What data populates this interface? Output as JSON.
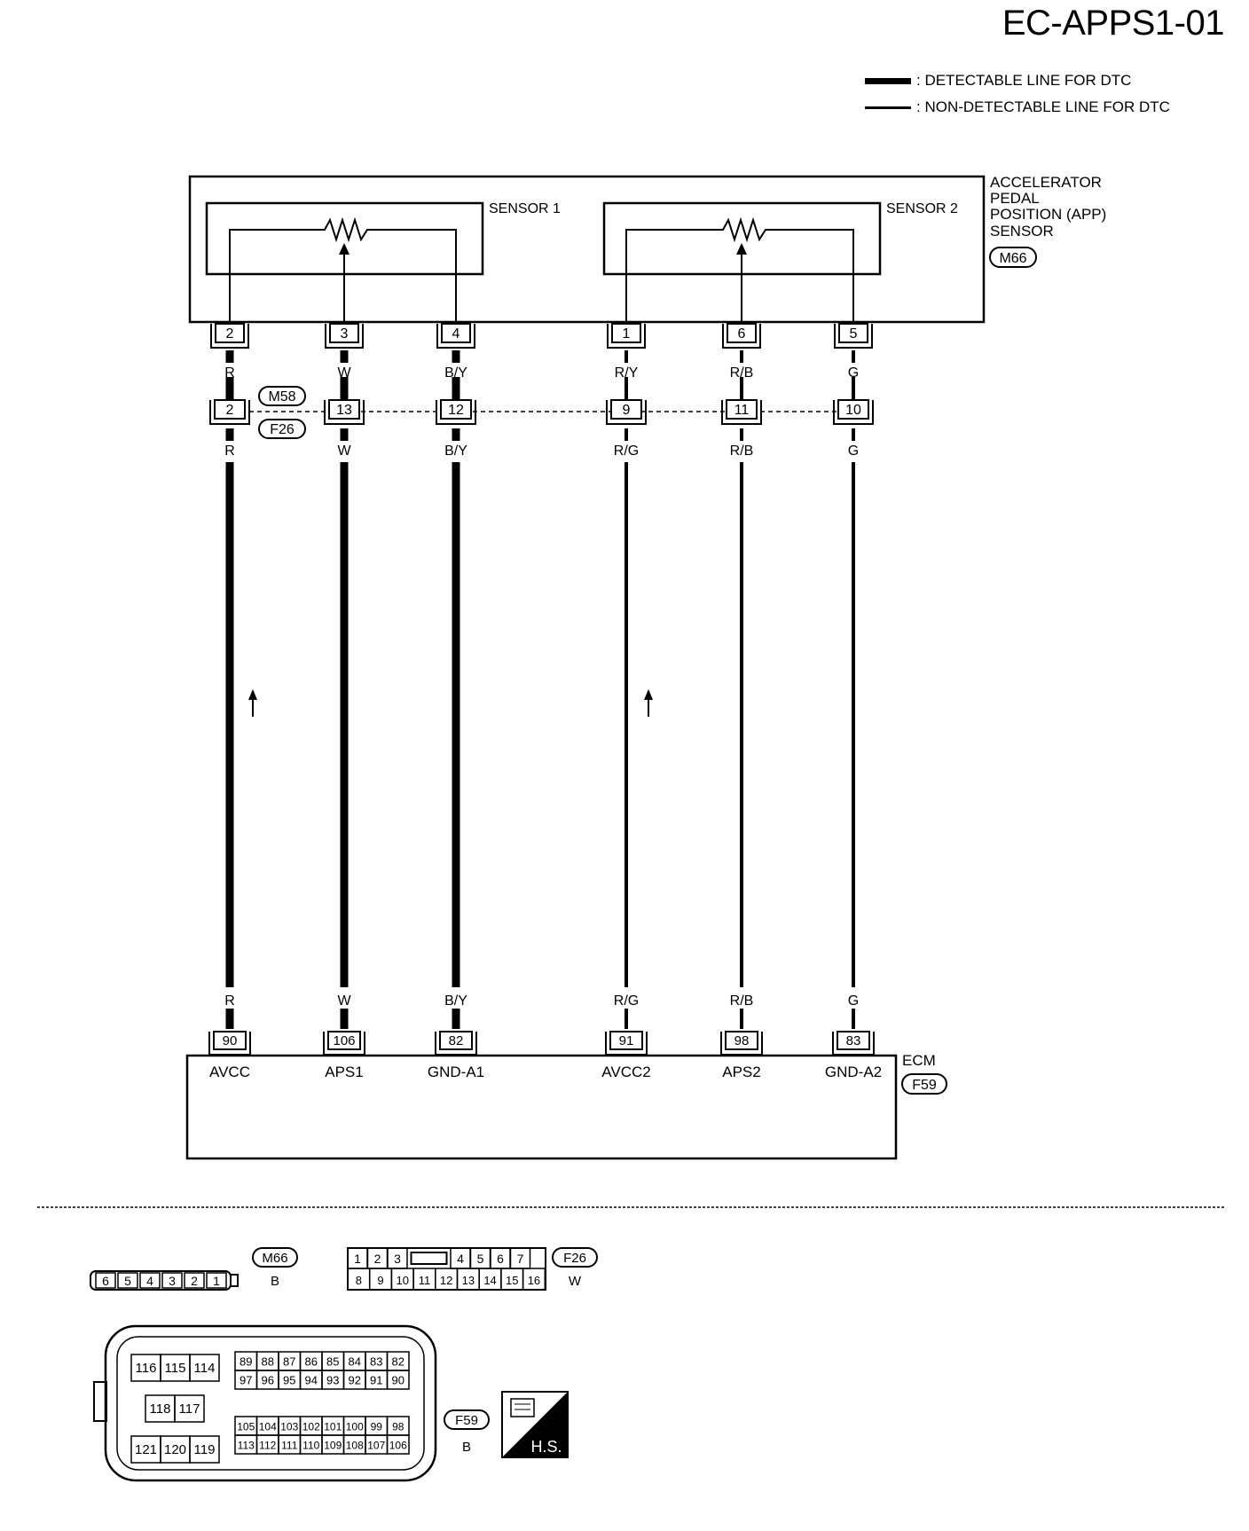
{
  "page": {
    "title": "EC-APPS1-01"
  },
  "legend": {
    "detectable": ": DETECTABLE LINE FOR DTC",
    "non_detectable": ": NON-DETECTABLE LINE FOR DTC"
  },
  "app_sensor": {
    "title_lines": [
      "ACCELERATOR",
      "PEDAL",
      "POSITION (APP)",
      "SENSOR"
    ],
    "connector": "M66",
    "sensor1_label": "SENSOR 1",
    "sensor2_label": "SENSOR 2"
  },
  "joint_connectors": {
    "upper": "M58",
    "lower": "F26"
  },
  "circuits": [
    {
      "sensor_pin": "2",
      "color_top": "R",
      "joint_pin": "2",
      "color_mid": "R",
      "color_bottom": "R",
      "ecm_pin": "90",
      "ecm_label": "AVCC",
      "detectable": true
    },
    {
      "sensor_pin": "3",
      "color_top": "W",
      "joint_pin": "13",
      "color_mid": "W",
      "color_bottom": "W",
      "ecm_pin": "106",
      "ecm_label": "APS1",
      "detectable": true
    },
    {
      "sensor_pin": "4",
      "color_top": "B/Y",
      "joint_pin": "12",
      "color_mid": "B/Y",
      "color_bottom": "B/Y",
      "ecm_pin": "82",
      "ecm_label": "GND-A1",
      "detectable": true
    },
    {
      "sensor_pin": "1",
      "color_top": "R/Y",
      "joint_pin": "9",
      "color_mid": "R/G",
      "color_bottom": "R/G",
      "ecm_pin": "91",
      "ecm_label": "AVCC2",
      "detectable": false
    },
    {
      "sensor_pin": "6",
      "color_top": "R/B",
      "joint_pin": "11",
      "color_mid": "R/B",
      "color_bottom": "R/B",
      "ecm_pin": "98",
      "ecm_label": "APS2",
      "detectable": false
    },
    {
      "sensor_pin": "5",
      "color_top": "G",
      "joint_pin": "10",
      "color_mid": "G",
      "color_bottom": "G",
      "ecm_pin": "83",
      "ecm_label": "GND-A2",
      "detectable": false
    }
  ],
  "ecm": {
    "label": "ECM",
    "connector": "F59"
  },
  "connector_faces": {
    "m66": {
      "id": "M66",
      "color": "B",
      "pins": [
        "6",
        "5",
        "4",
        "3",
        "2",
        "1"
      ]
    },
    "f26": {
      "id": "F26",
      "color": "W",
      "row1": [
        "1",
        "2",
        "3",
        "",
        "4",
        "5",
        "6",
        "7"
      ],
      "row2": [
        "8",
        "9",
        "10",
        "11",
        "12",
        "13",
        "14",
        "15",
        "16"
      ]
    },
    "f59": {
      "id": "F59",
      "color": "B",
      "left_top": [
        "116",
        "115",
        "114"
      ],
      "left_mid": [
        "118",
        "117"
      ],
      "left_bot": [
        "121",
        "120",
        "119"
      ],
      "right_r1": [
        "89",
        "88",
        "87",
        "86",
        "85",
        "84",
        "83",
        "82"
      ],
      "right_r2": [
        "97",
        "96",
        "95",
        "94",
        "93",
        "92",
        "91",
        "90"
      ],
      "right_r3": [
        "105",
        "104",
        "103",
        "102",
        "101",
        "100",
        "99",
        "98"
      ],
      "right_r4": [
        "113",
        "112",
        "111",
        "110",
        "109",
        "108",
        "107",
        "106"
      ]
    }
  },
  "hs_badge": "H.S."
}
